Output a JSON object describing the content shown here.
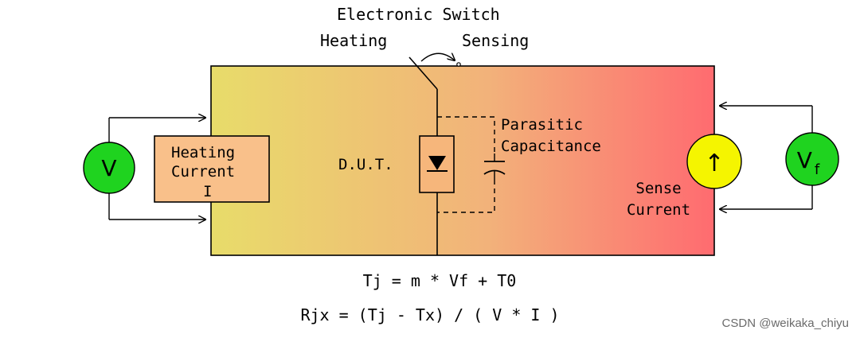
{
  "labels": {
    "switch_title": "Electronic Switch",
    "heating": "Heating",
    "sensing": "Sensing",
    "parasitic_1": "Parasitic",
    "parasitic_2": "Capacitance",
    "heating_current_1": "Heating",
    "heating_current_2": "Current",
    "heating_current_3": "I",
    "dut": "D.U.T.",
    "sense_current_1": "Sense",
    "sense_current_2": "Current",
    "voltmeter_left": "V",
    "voltmeter_right": "V",
    "voltmeter_right_sub": "f",
    "current_source_symbol": "↑"
  },
  "equations": {
    "eq1": "Tj = m * Vf + T0",
    "eq2": "Rjx = (Tj - Tx) / ( V * I )"
  },
  "watermark": "CSDN @weikaka_chiyu",
  "colors": {
    "gradient_left": "#e8dc6a",
    "gradient_mid": "#f2b27a",
    "gradient_right": "#ff6b70",
    "heating_box": "#f9c08a",
    "voltmeter": "#1fd31f",
    "current_source": "#f5f500"
  }
}
